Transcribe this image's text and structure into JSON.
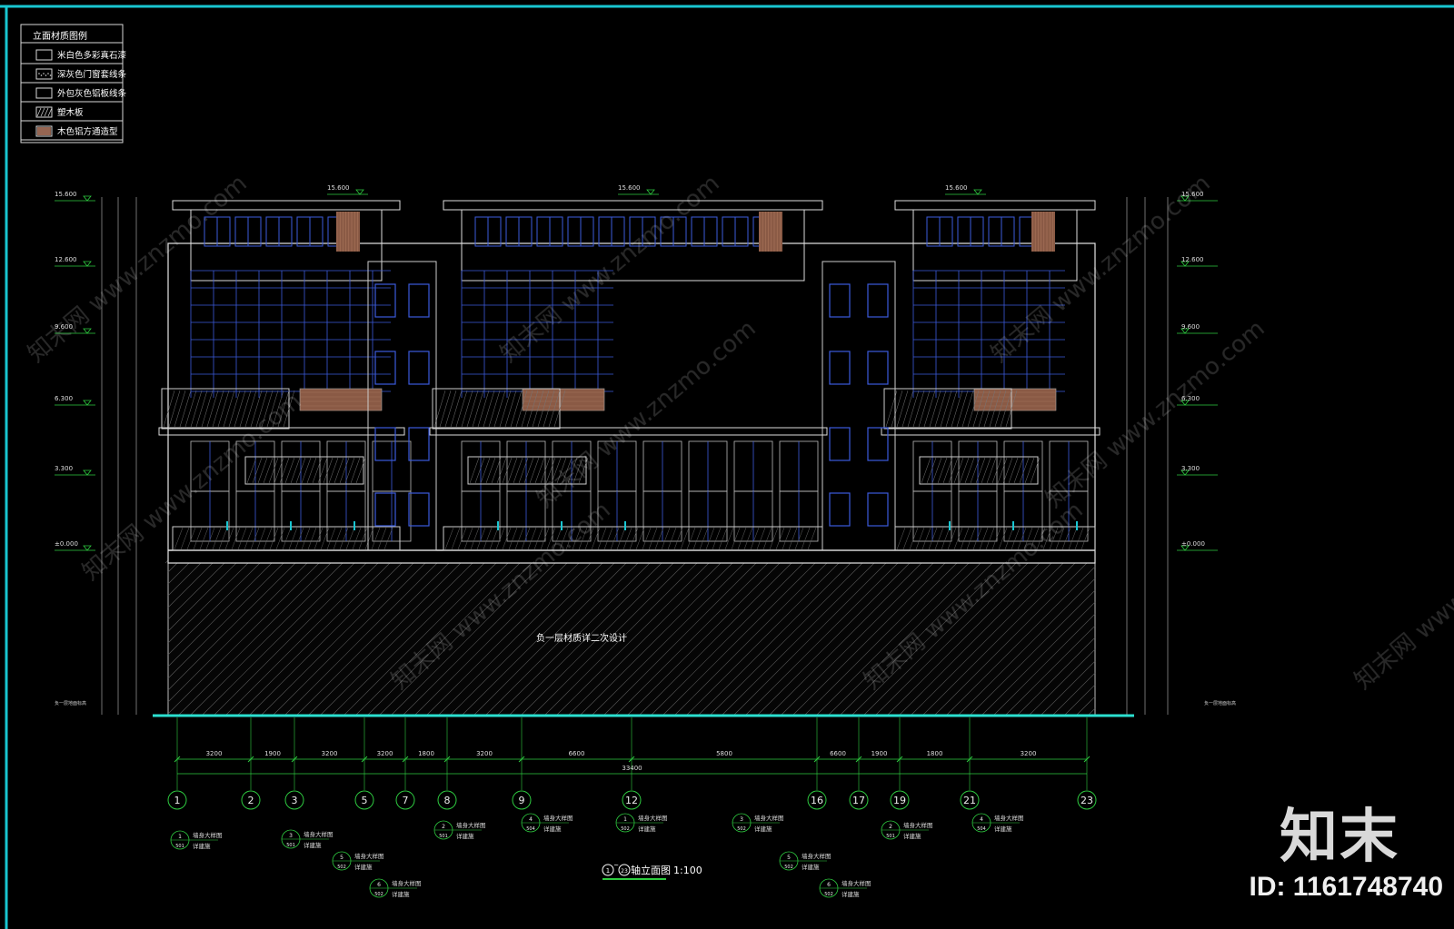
{
  "legend": {
    "title": "立面材质图例",
    "items": [
      {
        "label": "米白色多彩真石漆",
        "swatch": "plain"
      },
      {
        "label": "深灰色门窗套线条",
        "swatch": "dots"
      },
      {
        "label": "外包灰色铝板线条",
        "swatch": "plain"
      },
      {
        "label": "塑木板",
        "swatch": "diag"
      },
      {
        "label": "木色铝方通造型",
        "swatch": "vert"
      }
    ]
  },
  "levels_left": [
    "15.600",
    "12.600",
    "9.600",
    "6.300",
    "3.300",
    "±0.000"
  ],
  "levels_right": [
    "15.600",
    "12.600",
    "9.600",
    "6.300",
    "3.300",
    "±0.000"
  ],
  "roof_levels": [
    "15.600",
    "15.600",
    "15.600"
  ],
  "basement_note": "负一层材质详二次设计",
  "basement_level_label": "负一层地面标高",
  "dim_segments": [
    "3200",
    "1900",
    "3200",
    "3200",
    "1800",
    "3200",
    "6600",
    "5800",
    "6600",
    "1900",
    "1800",
    "3200",
    "5800"
  ],
  "dim_total": "33400",
  "axes": [
    "1",
    "2",
    "3",
    "5",
    "7",
    "8",
    "9",
    "12",
    "16",
    "17",
    "19",
    "21",
    "23"
  ],
  "detail_callouts": [
    {
      "num": "1",
      "sheet": "501",
      "text1": "墙身大样图",
      "text2": "详建施"
    },
    {
      "num": "3",
      "sheet": "501",
      "text1": "墙身大样图",
      "text2": "详建施"
    },
    {
      "num": "5",
      "sheet": "502",
      "text1": "墙身大样图",
      "text2": "详建施"
    },
    {
      "num": "6",
      "sheet": "502",
      "text1": "墙身大样图",
      "text2": "详建施"
    },
    {
      "num": "2",
      "sheet": "501",
      "text1": "墙身大样图",
      "text2": "详建施"
    },
    {
      "num": "4",
      "sheet": "504",
      "text1": "墙身大样图",
      "text2": "详建施"
    },
    {
      "num": "1",
      "sheet": "502",
      "text1": "墙身大样图",
      "text2": "详建施"
    },
    {
      "num": "3",
      "sheet": "502",
      "text1": "墙身大样图",
      "text2": "详建施"
    },
    {
      "num": "5",
      "sheet": "502",
      "text1": "墙身大样图",
      "text2": "详建施"
    },
    {
      "num": "6",
      "sheet": "502",
      "text1": "墙身大样图",
      "text2": "详建施"
    },
    {
      "num": "2",
      "sheet": "501",
      "text1": "墙身大样图",
      "text2": "详建施"
    },
    {
      "num": "4",
      "sheet": "504",
      "text1": "墙身大样图",
      "text2": "详建施"
    }
  ],
  "drawing_title": {
    "axis_from": "1",
    "axis_to": "23",
    "name": "轴立面图",
    "scale": "1:100"
  },
  "watermark": "知末网 www.znzmo.com",
  "brand": {
    "logo": "知末",
    "id": "ID: 1161748740"
  },
  "colors": {
    "frame": "#19c6d1",
    "line": "#e8e8e8",
    "dim": "#2ecc40",
    "window": "#3b5bdb",
    "wood": "#8a5a45",
    "glass": "#c0c0c0",
    "hatch": "#5a5a5a"
  }
}
